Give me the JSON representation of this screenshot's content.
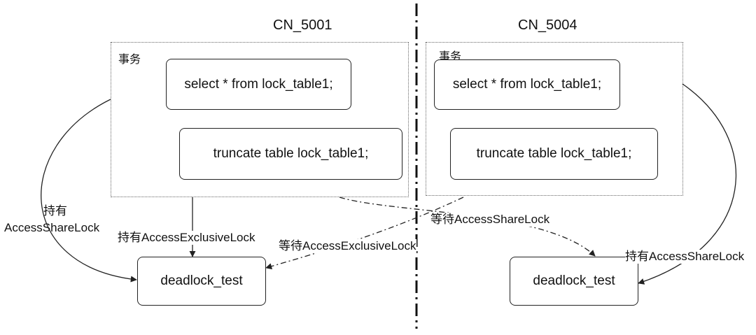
{
  "clusters": [
    {
      "title": "CN_5001",
      "group_label": "事务",
      "stmt_select": "select * from lock_table1;",
      "stmt_truncate": "truncate table lock_table1;",
      "table": "deadlock_test"
    },
    {
      "title": "CN_5004",
      "group_label": "事务",
      "stmt_select": "select * from lock_table1;",
      "stmt_truncate": "truncate table lock_table1;",
      "table": "deadlock_test"
    }
  ],
  "edges": {
    "left_hold_share_line1": "持有",
    "left_hold_share_line2": "AccessShareLock",
    "left_hold_exclusive": "持有AccessExclusiveLock",
    "wait_exclusive": "等待AccessExclusiveLock",
    "wait_share": "等待AccessShareLock",
    "right_hold_share": "持有AccessShareLock"
  }
}
